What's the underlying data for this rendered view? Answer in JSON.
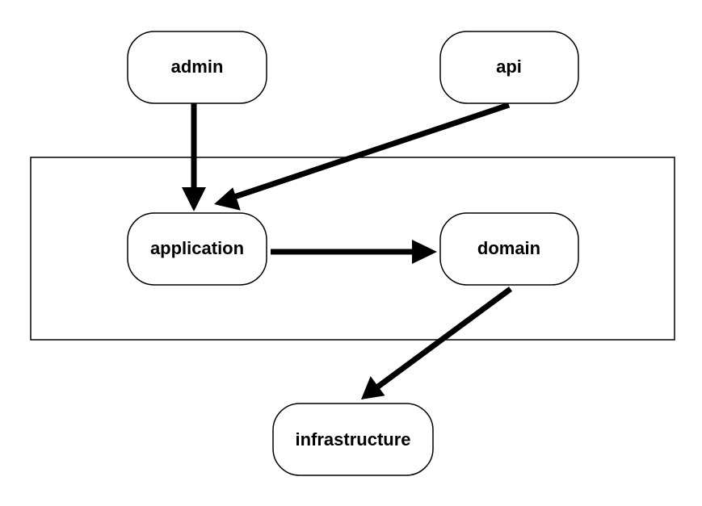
{
  "nodes": {
    "admin": "admin",
    "api": "api",
    "application": "application",
    "domain": "domain",
    "infrastructure": "infrastructure"
  },
  "edges": [
    {
      "from": "admin",
      "to": "application"
    },
    {
      "from": "api",
      "to": "application"
    },
    {
      "from": "application",
      "to": "domain"
    },
    {
      "from": "domain",
      "to": "infrastructure"
    }
  ],
  "colors": {
    "stroke": "#000000",
    "background": "#ffffff"
  }
}
